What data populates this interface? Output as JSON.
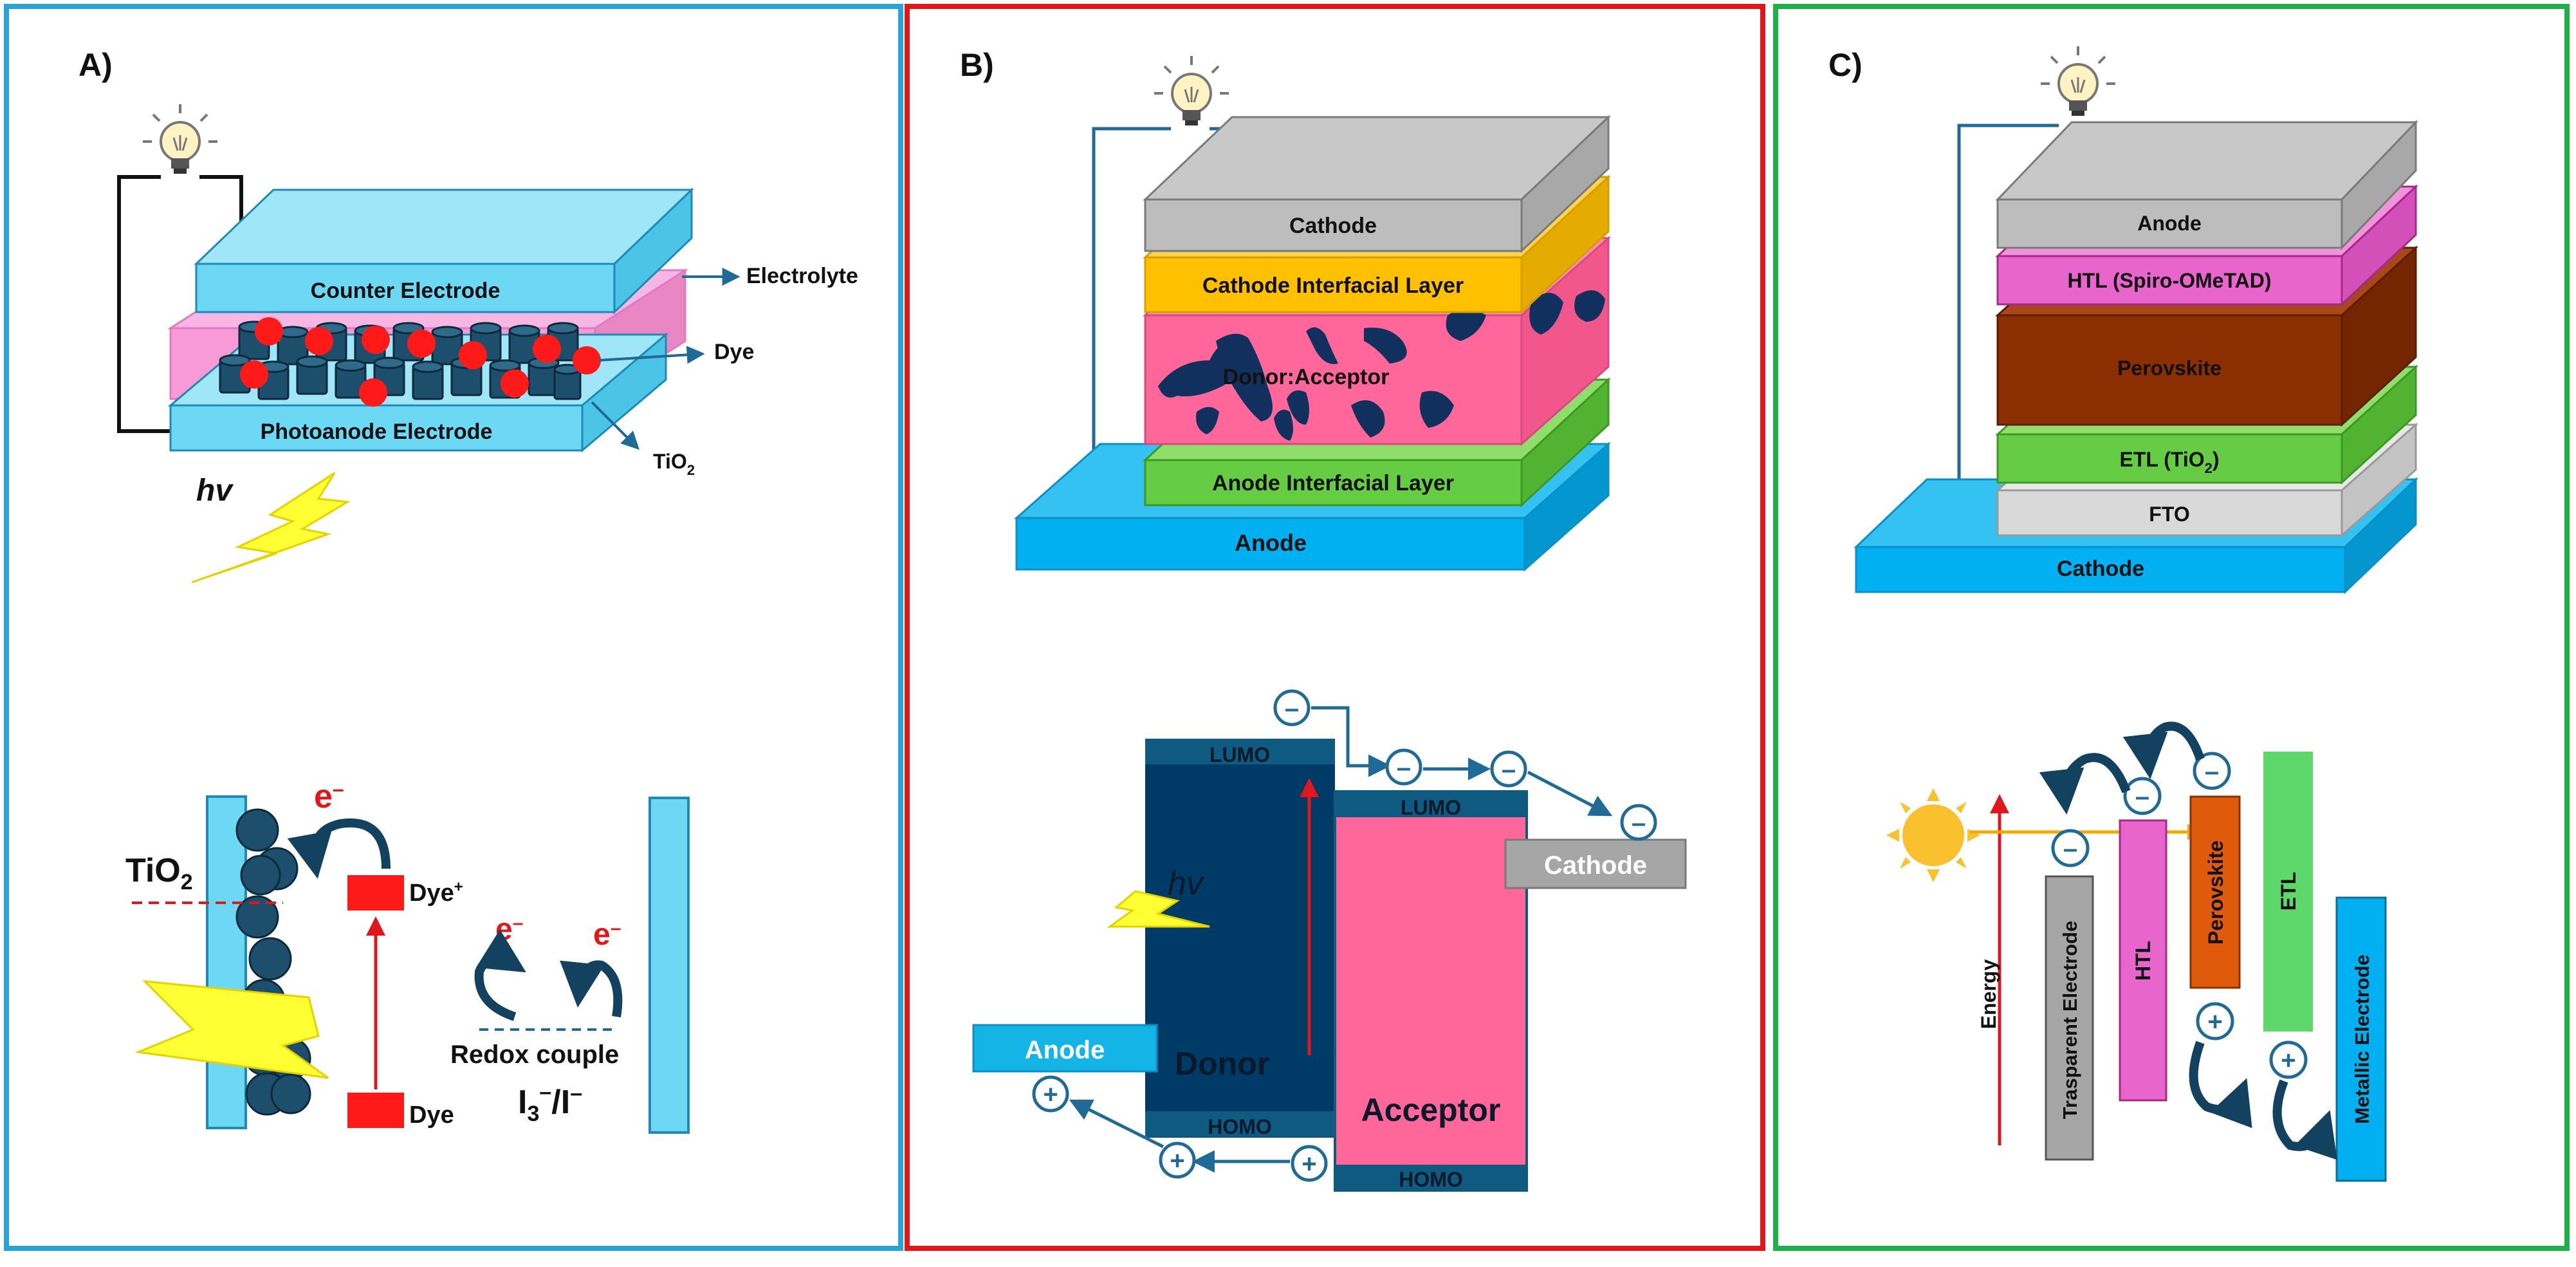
{
  "panels": {
    "a": {
      "letter": "A)",
      "counter_electrode": "Counter Electrode",
      "photoanode_electrode": "Photoanode Electrode",
      "electrolyte": "Electrolyte",
      "dye": "Dye",
      "tio2_main": "TiO",
      "tio2_sub": "2",
      "hv": "hv",
      "band_tio2_main": "TiO",
      "band_tio2_sub": "2",
      "electron_symbol": "e",
      "electron_charge": "–",
      "dye_plus_main": "Dye",
      "dye_plus_sup": "+",
      "dye_ground": "Dye",
      "redox_couple": "Redox couple",
      "iodide_i": "I",
      "iodide_sub": "3",
      "iodide_sup": "–",
      "iodide_rest": "/I",
      "iodide_sup2": "–"
    },
    "b": {
      "letter": "B)",
      "cathode": "Cathode",
      "cathode_interfacial": "Cathode Interfacial Layer",
      "donor_acceptor": "Donor:Acceptor",
      "anode_interfacial": "Anode Interfacial Layer",
      "anode_base": "Anode",
      "lumo_donor": "LUMO",
      "homo_donor": "HOMO",
      "lumo_acceptor": "LUMO",
      "homo_acceptor": "HOMO",
      "hv": "hv",
      "donor": "Donor",
      "acceptor": "Acceptor",
      "anode_box": "Anode",
      "cathode_box": "Cathode",
      "minus": "–",
      "plus": "+"
    },
    "c": {
      "letter": "C)",
      "anode": "Anode",
      "htl_spiro": "HTL (Spiro-OMeTAD)",
      "perovskite_layer": "Perovskite",
      "etl_tio2_main": "ETL (TiO",
      "etl_tio2_sub": "2",
      "etl_tio2_end": ")",
      "fto": "FTO",
      "cathode_base": "Cathode",
      "energy": "Energy",
      "transparent_electrode": "Trasparent Electrode",
      "htl": "HTL",
      "perovskite_band": "Perovskite",
      "etl": "ETL",
      "metallic_electrode": "Metallic Electrode",
      "minus": "–",
      "plus": "+"
    }
  },
  "colors": {
    "panel_a_border": "#2aa3d6",
    "panel_b_border": "#e0181c",
    "panel_c_border": "#1faf4b",
    "light_blue_layer": "#6dd8f3",
    "electrolyte_pink": "#f79ad6",
    "tio2_dark": "#1d4e6b",
    "dye_red": "#ff1a1a",
    "gray_electrode": "#bdbdbd",
    "yellow_layer": "#ffc000",
    "pink_active": "#ff6699",
    "green_layer": "#66cc44",
    "blue_base": "#00b0f0",
    "navy_donor": "#003a66",
    "htl_magenta": "#e866cc",
    "perovskite_brown": "#8b2e00",
    "perovskite_orange": "#e05a0c",
    "fto_gray": "#d9d9d9",
    "etl_green": "#5ed86a",
    "arrow_blue": "#1f6a96",
    "flash_yellow": "#ffff33"
  },
  "icons": [
    "light-bulb-icon",
    "lightning-icon",
    "sun-icon",
    "electron-icon",
    "hole-icon",
    "curved-arrow-icon"
  ]
}
